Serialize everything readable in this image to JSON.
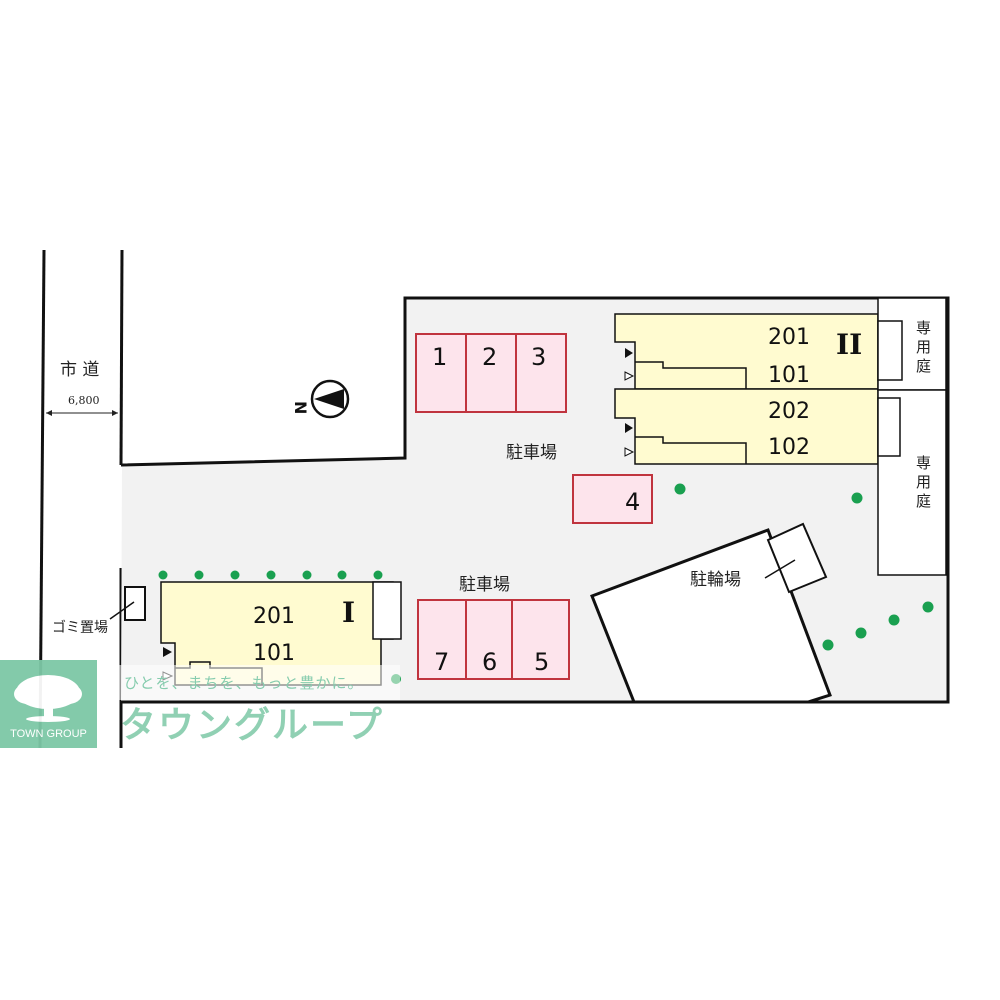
{
  "road": {
    "label": "市 道",
    "width_label": "6,800"
  },
  "north_arrow": {
    "label": "N"
  },
  "parking_labels": {
    "upper": "駐車場",
    "lower": "駐車場"
  },
  "parking_spaces": [
    {
      "id": "1",
      "label": "1"
    },
    {
      "id": "2",
      "label": "2"
    },
    {
      "id": "3",
      "label": "3"
    },
    {
      "id": "4",
      "label": "4"
    },
    {
      "id": "5",
      "label": "5"
    },
    {
      "id": "6",
      "label": "6"
    },
    {
      "id": "7",
      "label": "7"
    }
  ],
  "buildings": {
    "building_2": {
      "roman": "II",
      "units": [
        "201",
        "101",
        "202",
        "102"
      ]
    },
    "building_1": {
      "roman": "I",
      "units": [
        "201",
        "101"
      ]
    }
  },
  "private_gardens": [
    "専\n用\n庭",
    "専\n用\n庭"
  ],
  "garden_label_chars": [
    "専",
    "用",
    "庭"
  ],
  "bicycle_parking": "駐輪場",
  "garbage_area": "ゴミ置場",
  "watermark": {
    "logo_text": "TOWN GROUP",
    "tagline": "ひとを、まちを、もっと豊かに。",
    "brand": "タウングループ"
  },
  "colors": {
    "lot": "#f2f2f2",
    "building": "#fffbd0",
    "parking_fill": "#fde4ec",
    "parking_stroke": "#c0343e",
    "tree": "#1aa050",
    "logo": "#7dc8a6"
  }
}
